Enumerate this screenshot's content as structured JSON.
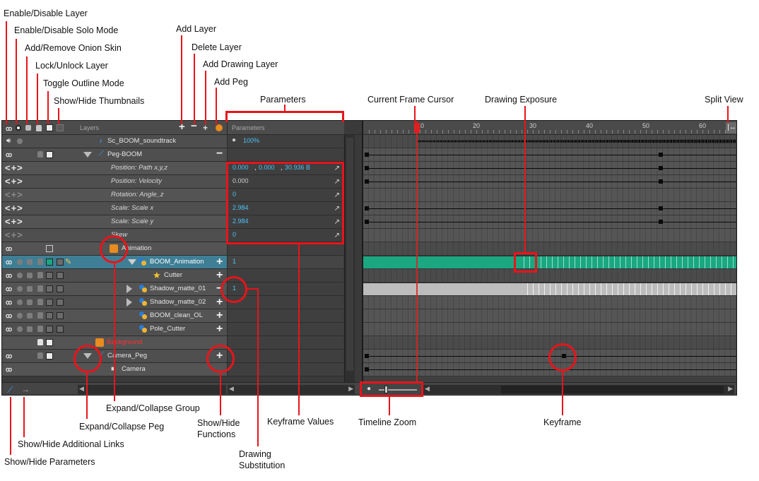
{
  "annotations": {
    "enable_disable_layer": "Enable/Disable Layer",
    "solo_mode": "Enable/Disable Solo Mode",
    "onion_skin": "Add/Remove Onion Skin",
    "lock_unlock": "Lock/Unlock Layer",
    "outline_mode": "Toggle Outline Mode",
    "thumbnails": "Show/Hide Thumbnails",
    "add_layer": "Add Layer",
    "delete_layer": "Delete Layer",
    "add_drawing_layer": "Add Drawing Layer",
    "add_peg": "Add Peg",
    "parameters": "Parameters",
    "current_frame_cursor": "Current Frame Cursor",
    "drawing_exposure": "Drawing Exposure",
    "split_view": "Split View",
    "expand_group": "Expand/Collapse Group",
    "expand_peg": "Expand/Collapse Peg",
    "show_hide_functions_1": "Show/Hide",
    "show_hide_functions_2": "Functions",
    "keyframe_values": "Keyframe Values",
    "timeline_zoom": "Timeline Zoom",
    "keyframe": "Keyframe",
    "additional_links": "Show/Hide Additional Links",
    "show_hide_parameters": "Show/Hide Parameters",
    "drawing_substitution_1": "Drawing",
    "drawing_substitution_2": "Substitution"
  },
  "panel": {
    "layers_header": "Layers",
    "parameters_header": "Parameters",
    "ruler_numbers": [
      "10",
      "20",
      "30",
      "40",
      "50",
      "60"
    ]
  },
  "rows": {
    "soundtrack": {
      "name": "Sc_BOOM_soundtrack",
      "value": "100%"
    },
    "peg_boom": {
      "name": "Peg-BOOM"
    },
    "pos_path": {
      "name": "Position: Path x,y,z",
      "v1": "0.000",
      "v2": "0.000",
      "v3": "30.936 B"
    },
    "pos_velocity": {
      "name": "Position: Velocity",
      "value": "0.000"
    },
    "rotation": {
      "name": "Rotation: Angle_z",
      "value": "0"
    },
    "scale_x": {
      "name": "Scale: Scale x",
      "value": "2.984"
    },
    "scale_y": {
      "name": "Scale: Scale y",
      "value": "2.984"
    },
    "skew": {
      "name": "Skew",
      "value": "0"
    },
    "animation": {
      "name": "Animation"
    },
    "boom_animation": {
      "name": "BOOM_Animation",
      "value": "1"
    },
    "cutter": {
      "name": "Cutter"
    },
    "shadow1": {
      "name": "Shadow_matte_01",
      "value": "1"
    },
    "shadow2": {
      "name": "Shadow_matte_02"
    },
    "boom_clean": {
      "name": "BOOM_clean_OL"
    },
    "pole_cutter": {
      "name": "Pole_Cutter"
    },
    "background": {
      "name": "Background"
    },
    "camera_peg": {
      "name": "Camera_Peg"
    },
    "camera": {
      "name": "Camera"
    }
  },
  "colors": {
    "accent_red": "#e8141b",
    "drawing_green": "#1aa781",
    "selected_row": "#3f7f95",
    "value_blue": "#4fc3f7"
  }
}
